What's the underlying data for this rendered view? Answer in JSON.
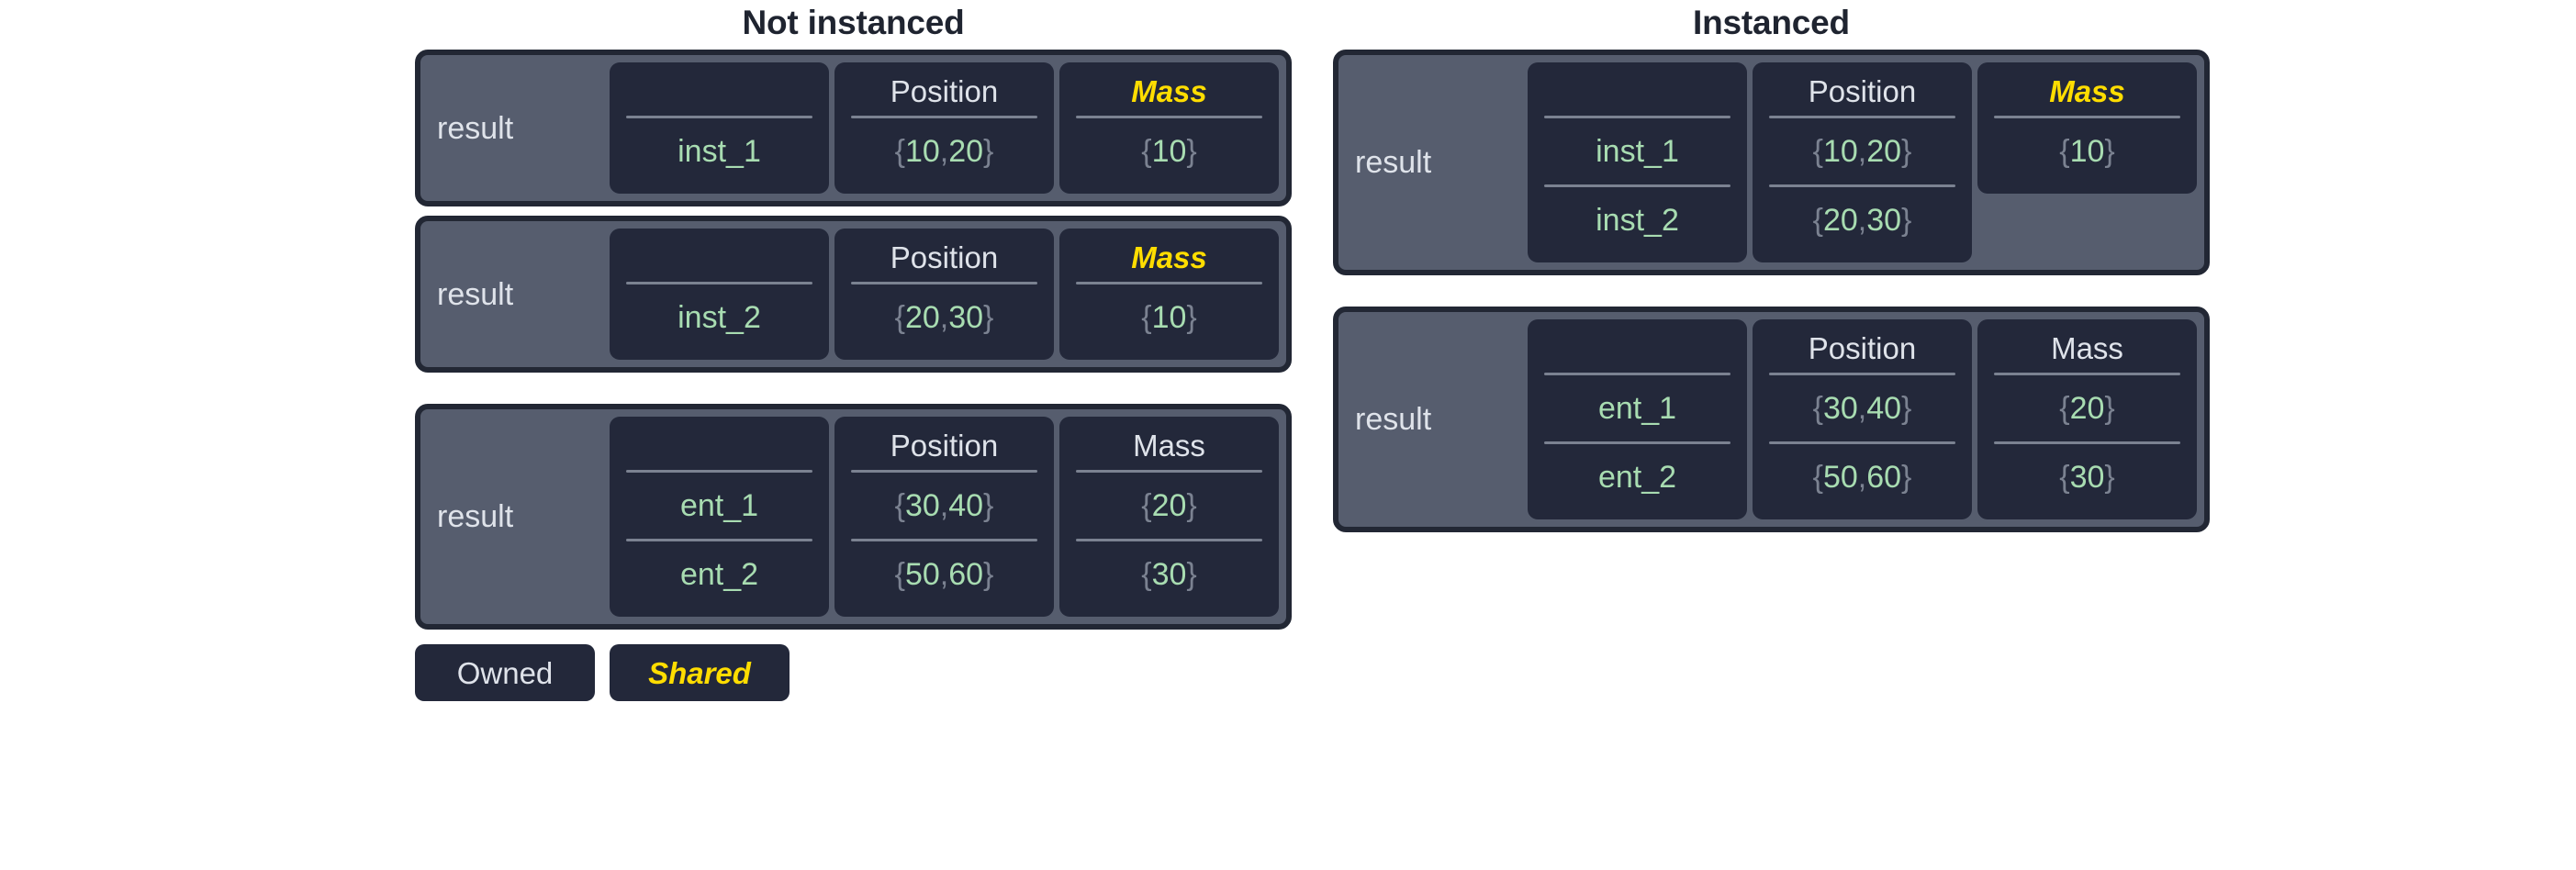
{
  "panels": [
    {
      "title": "Not instanced",
      "blocks": [
        {
          "label": "result",
          "columns": [
            {
              "header": "",
              "style": "empty",
              "span": 1
            },
            {
              "header": "Position",
              "style": "owned",
              "span": 1
            },
            {
              "header": "Mass",
              "style": "shared",
              "span": 1
            }
          ],
          "rows": [
            {
              "name": "inst_1",
              "position": "{10, 20}",
              "mass": "{10}"
            }
          ]
        },
        {
          "label": "result",
          "columns": [
            {
              "header": "",
              "style": "empty",
              "span": 1
            },
            {
              "header": "Position",
              "style": "owned",
              "span": 1
            },
            {
              "header": "Mass",
              "style": "shared",
              "span": 1
            }
          ],
          "rows": [
            {
              "name": "inst_2",
              "position": "{20, 30}",
              "mass": "{10}"
            }
          ]
        },
        {
          "label": "result",
          "columns": [
            {
              "header": "",
              "style": "empty",
              "span": 2
            },
            {
              "header": "Position",
              "style": "owned",
              "span": 2
            },
            {
              "header": "Mass",
              "style": "owned",
              "span": 2
            }
          ],
          "rows": [
            {
              "name": "ent_1",
              "position": "{30, 40}",
              "mass": "{20}"
            },
            {
              "name": "ent_2",
              "position": "{50, 60}",
              "mass": "{30}"
            }
          ]
        }
      ]
    },
    {
      "title": "Instanced",
      "blocks": [
        {
          "label": "result",
          "columns": [
            {
              "header": "",
              "style": "empty",
              "span": 2
            },
            {
              "header": "Position",
              "style": "owned",
              "span": 2
            },
            {
              "header": "Mass",
              "style": "shared",
              "span": 1
            }
          ],
          "rows": [
            {
              "name": "inst_1",
              "position": "{10, 20}",
              "mass": "{10}"
            },
            {
              "name": "inst_2",
              "position": "{20, 30}",
              "mass": null
            }
          ]
        },
        {
          "label": "result",
          "columns": [
            {
              "header": "",
              "style": "empty",
              "span": 2
            },
            {
              "header": "Position",
              "style": "owned",
              "span": 2
            },
            {
              "header": "Mass",
              "style": "owned",
              "span": 2
            }
          ],
          "rows": [
            {
              "name": "ent_1",
              "position": "{30, 40}",
              "mass": "{20}"
            },
            {
              "name": "ent_2",
              "position": "{50, 60}",
              "mass": "{30}"
            }
          ]
        }
      ]
    }
  ],
  "legend": [
    {
      "label": "Owned",
      "style": "owned"
    },
    {
      "label": "Shared",
      "style": "shared"
    }
  ],
  "colors": {
    "page_background": "#ffffff",
    "title_text": "#1f2430",
    "block_background": "#565d6e",
    "block_border": "#222734",
    "cell_background": "#23283a",
    "header_text": "#dfe3ea",
    "shared_text": "#ffdd00",
    "value_text": "#a8dcb1",
    "punctuation_text": "#7b8291",
    "divider": "#7b8291"
  }
}
